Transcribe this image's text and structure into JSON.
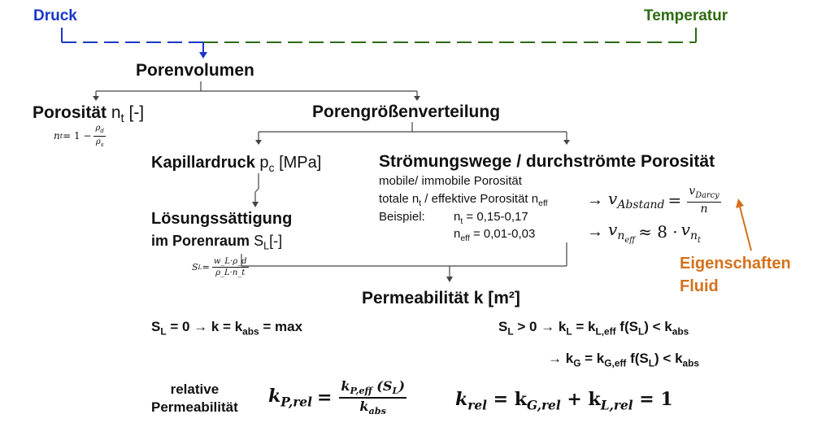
{
  "colors": {
    "druck": "#1a37c8",
    "temperatur": "#2e6b12",
    "fluid": "#d4711a",
    "line": "#444444"
  },
  "top": {
    "druck": "Druck",
    "temperatur": "Temperatur"
  },
  "porenvolumen": "Porenvolumen",
  "porositaet": {
    "label": "Porosität",
    "symbol": "n",
    "sub": "t",
    "unit": "[-]",
    "formula_lhs": "n",
    "formula_lhs_sub": "t",
    "formula_eq": " = 1 −",
    "formula_num": "ρ",
    "formula_num_sub": "d",
    "formula_den": "ρ",
    "formula_den_sub": "s"
  },
  "porengroessen": "Porengrößenverteilung",
  "kapillardruck": {
    "label": "Kapillardruck",
    "symbol": "p",
    "sub": "c",
    "unit": "[MPa]"
  },
  "loesung": {
    "line1": "Lösungssättigung",
    "line2": "im Porenraum",
    "symbol": "S",
    "sub": "L",
    "unit": "[-]",
    "formula_lhs": "S",
    "formula_lhs_sub": "L",
    "formula_eq": " =",
    "formula_num": "w_L·ρ_d",
    "formula_den": "ρ_L·n_t"
  },
  "stroemung": {
    "title": "Strömungswege / durchströmte Porosität",
    "line1": "mobile/ immobile Porosität",
    "line2_a": "totale n",
    "line2_a_sub": "t",
    "line2_b": " / effektive Porosität n",
    "line2_b_sub": "eff",
    "beispiel_label": "Beispiel:",
    "beispiel_1": "n",
    "beispiel_1_sub": "t",
    "beispiel_1_val": " = 0,15-0,17",
    "beispiel_2": "n",
    "beispiel_2_sub": "eff",
    "beispiel_2_val": " = 0,01-0,03"
  },
  "velocity": {
    "arrow": "→",
    "v": "v",
    "abstand_sub": "Abstand",
    "eq": "=",
    "darcy_num": "v",
    "darcy_num_sub": "Darcy",
    "darcy_den": "n",
    "v2_sub": "n",
    "v2_subsub": "eff",
    "approx": "≈ 8 ·",
    "v3": "v",
    "v3_sub": "n",
    "v3_subsub": "t"
  },
  "fluid": {
    "line1": "Eigenschaften",
    "line2": "Fluid"
  },
  "permeabilitaet": "Permeabilität k [m²]",
  "sl0": {
    "s": "S",
    "s_sub": "L",
    "rest": " = 0 → k = k",
    "k_sub": "abs",
    "end": " = max"
  },
  "slgt": {
    "s": "S",
    "s_sub": "L",
    "a": " > 0 → k",
    "a_sub": "L",
    "b": " = k",
    "b_sub": "L,eff",
    "c": " f(S",
    "c_sub": "L",
    "d": ") < k",
    "d_sub": "abs"
  },
  "kg": {
    "a": "→ k",
    "a_sub": "G",
    "b": " = k",
    "b_sub": "G,eff",
    "c": " f(S",
    "c_sub": "L",
    "d": ") < k",
    "d_sub": "abs"
  },
  "relative": {
    "line1": "relative",
    "line2": "Permeabilität",
    "kp": "k",
    "kp_sub": "P,rel",
    "eq": "=",
    "num": "k",
    "num_sub": "P,eff",
    "num_arg": " (S",
    "num_arg_sub": "L",
    "num_close": ")",
    "den": "k",
    "den_sub": "abs",
    "krel": "k",
    "krel_sub": "rel",
    "krel_eq": " = k",
    "krel_g_sub": "G,rel",
    "krel_plus": " + k",
    "krel_l_sub": "L,rel",
    "krel_end": " = 1"
  }
}
